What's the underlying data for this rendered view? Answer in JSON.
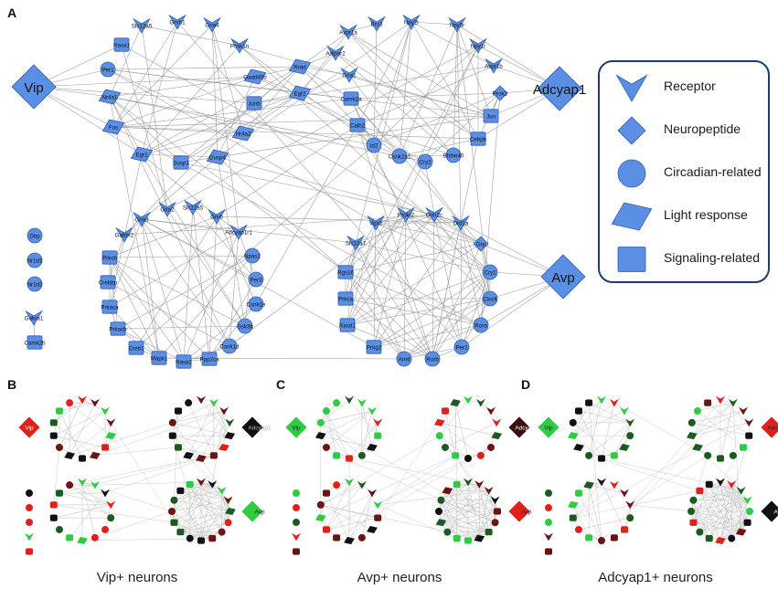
{
  "panels": {
    "A": "A",
    "B": "B",
    "C": "C",
    "D": "D"
  },
  "captions": {
    "B": "Vip+ neurons",
    "C": "Avp+ neurons",
    "D": "Adcyap1+ neurons"
  },
  "legend": [
    {
      "shape": "receptor",
      "label": "Receptor"
    },
    {
      "shape": "neuropeptide",
      "label": "Neuropeptide"
    },
    {
      "shape": "circle",
      "label": "Circadian-related"
    },
    {
      "shape": "parallelogram",
      "label": "Light response"
    },
    {
      "shape": "square",
      "label": "Signaling-related"
    }
  ],
  "colors": {
    "node_fill": "#5b8fe6",
    "node_stroke": "#2f5fae",
    "edge": "#9a9a9a",
    "legend_border": "#1f3a6b",
    "red": "#e0201a",
    "dark_red": "#6b1410",
    "black": "#111111",
    "green": "#2ecc40",
    "dark_green": "#1d5a22"
  },
  "hubs": [
    {
      "id": "Vip",
      "label": "Vip",
      "shape": "neuropeptide"
    },
    {
      "id": "Adcyap1",
      "label": "Adcyap1",
      "shape": "neuropeptide"
    },
    {
      "id": "Avp",
      "label": "Avp",
      "shape": "neuropeptide"
    }
  ],
  "nodes": [
    {
      "id": "Slc12a5a",
      "label": "Slc12a5",
      "shape": "receptor"
    },
    {
      "id": "Gnrh1",
      "label": "Gnrh1",
      "shape": "receptor"
    },
    {
      "id": "Gria4",
      "label": "Gria4",
      "shape": "receptor"
    },
    {
      "id": "Rasa1",
      "label": "Rasa1",
      "shape": "square"
    },
    {
      "id": "Pcsk1n",
      "label": "Pcsk1n",
      "shape": "receptor"
    },
    {
      "id": "Per1",
      "label": "Per1",
      "shape": "circle"
    },
    {
      "id": "Gadd45b",
      "label": "Gadd45b",
      "shape": "parallelogram"
    },
    {
      "id": "Nr4a1",
      "label": "Nr4a1",
      "shape": "parallelogram"
    },
    {
      "id": "Junb",
      "label": "Junb",
      "shape": "square"
    },
    {
      "id": "Fos",
      "label": "Fos",
      "shape": "parallelogram"
    },
    {
      "id": "Nr4a2",
      "label": "Nr4a2",
      "shape": "parallelogram"
    },
    {
      "id": "Egr1",
      "label": "Egr1",
      "shape": "parallelogram"
    },
    {
      "id": "Dusp1",
      "label": "Dusp1",
      "shape": "square"
    },
    {
      "id": "Dusp4",
      "label": "Dusp4",
      "shape": "parallelogram"
    },
    {
      "id": "Rrad",
      "label": "Rrad",
      "shape": "parallelogram"
    },
    {
      "id": "Egr2",
      "label": "Egr2",
      "shape": "parallelogram"
    },
    {
      "id": "Avpr1a",
      "label": "Avpr1a",
      "shape": "receptor"
    },
    {
      "id": "Brs3",
      "label": "Brs3",
      "shape": "receptor"
    },
    {
      "id": "Npy2r",
      "label": "Npy2r",
      "shape": "receptor"
    },
    {
      "id": "Npy5r",
      "label": "Npy5r",
      "shape": "receptor"
    },
    {
      "id": "Npy1r",
      "label": "Npy1r",
      "shape": "receptor"
    },
    {
      "id": "Adipor2",
      "label": "Adipor2",
      "shape": "receptor"
    },
    {
      "id": "Avpr1b",
      "label": "Avpr1b",
      "shape": "receptor"
    },
    {
      "id": "Gria1",
      "label": "Gria1",
      "shape": "receptor"
    },
    {
      "id": "Camk2a",
      "label": "Camk2a",
      "shape": "square"
    },
    {
      "id": "Prok2",
      "label": "Prok2",
      "shape": "neuropeptide"
    },
    {
      "id": "Jun",
      "label": "Jun",
      "shape": "square"
    },
    {
      "id": "Calb2",
      "label": "Calb2",
      "shape": "square"
    },
    {
      "id": "Cebpb",
      "label": "Cebpb",
      "shape": "square"
    },
    {
      "id": "Id2",
      "label": "Id2",
      "shape": "circle"
    },
    {
      "id": "Csnk2a1",
      "label": "Csnk2a1",
      "shape": "circle"
    },
    {
      "id": "Cry2",
      "label": "Cry2",
      "shape": "circle"
    },
    {
      "id": "Bhlhe40",
      "label": "Bhlhe40",
      "shape": "circle"
    },
    {
      "id": "Gria2",
      "label": "Gria2",
      "shape": "receptor"
    },
    {
      "id": "Slc12a5b",
      "label": "Slc12a5",
      "shape": "receptor"
    },
    {
      "id": "Gnr6",
      "label": "Gnr6",
      "shape": "receptor"
    },
    {
      "id": "Gria3",
      "label": "Gria3",
      "shape": "receptor"
    },
    {
      "id": "Gabbr2",
      "label": "Gabbr2",
      "shape": "receptor"
    },
    {
      "id": "Adcyap1r1",
      "label": "Adcyap1r1",
      "shape": "receptor"
    },
    {
      "id": "Npas2",
      "label": "Npas2",
      "shape": "circle"
    },
    {
      "id": "Prkcb",
      "label": "Prkcb",
      "shape": "square"
    },
    {
      "id": "Per3",
      "label": "Per3",
      "shape": "circle"
    },
    {
      "id": "Crebbp",
      "label": "Crebbp",
      "shape": "square"
    },
    {
      "id": "Csnk1e",
      "label": "Csnk1e",
      "shape": "circle"
    },
    {
      "id": "Prkaca",
      "label": "Prkaca",
      "shape": "square"
    },
    {
      "id": "Gsk3b",
      "label": "Gsk3b",
      "shape": "circle"
    },
    {
      "id": "Prkacb",
      "label": "Prkacb",
      "shape": "square"
    },
    {
      "id": "Csnk1d",
      "label": "Csnk1d",
      "shape": "circle"
    },
    {
      "id": "Creb1",
      "label": "Creb1",
      "shape": "square"
    },
    {
      "id": "Mapk1",
      "label": "Mapk1",
      "shape": "square"
    },
    {
      "id": "Rasa2",
      "label": "Rasa2",
      "shape": "square"
    },
    {
      "id": "Ppp2ca",
      "label": "Ppp2ca",
      "shape": "square"
    },
    {
      "id": "Vipr2",
      "label": "Vipr2",
      "shape": "receptor"
    },
    {
      "id": "Prokr2",
      "label": "Prokr2",
      "shape": "receptor"
    },
    {
      "id": "Grin2c",
      "label": "Grin2c",
      "shape": "receptor"
    },
    {
      "id": "Drd1a",
      "label": "Drd1a",
      "shape": "receptor"
    },
    {
      "id": "Slc12a7",
      "label": "Slc12a7",
      "shape": "receptor"
    },
    {
      "id": "Grp",
      "label": "Grp",
      "shape": "neuropeptide"
    },
    {
      "id": "Rgs16",
      "label": "Rgs16",
      "shape": "square"
    },
    {
      "id": "Cry1",
      "label": "Cry1",
      "shape": "circle"
    },
    {
      "id": "Prkca",
      "label": "Prkca",
      "shape": "square"
    },
    {
      "id": "Clock",
      "label": "Clock",
      "shape": "circle"
    },
    {
      "id": "Rasd1",
      "label": "Rasd1",
      "shape": "square"
    },
    {
      "id": "Rora",
      "label": "Rora",
      "shape": "circle"
    },
    {
      "id": "Prkg2",
      "label": "Prkg2",
      "shape": "square"
    },
    {
      "id": "Per2",
      "label": "Per2",
      "shape": "circle"
    },
    {
      "id": "Arntl",
      "label": "Arntl",
      "shape": "circle"
    },
    {
      "id": "Rorb",
      "label": "Rorb",
      "shape": "circle"
    },
    {
      "id": "Dbp",
      "label": "Dbp",
      "shape": "circle"
    },
    {
      "id": "Nr1d1",
      "label": "Nr1d1",
      "shape": "circle"
    },
    {
      "id": "Nr1d2",
      "label": "Nr1d2",
      "shape": "circle"
    },
    {
      "id": "Gabra1",
      "label": "Gabra1",
      "shape": "receptor"
    },
    {
      "id": "Camk2b",
      "label": "Camk2b",
      "shape": "square"
    }
  ]
}
